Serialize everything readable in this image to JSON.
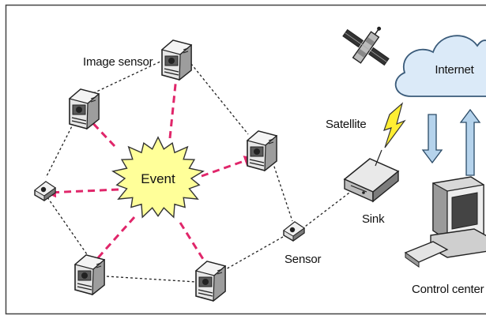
{
  "labels": {
    "image_sensor": "Image sensor",
    "event": "Event",
    "sensor": "Sensor",
    "sink": "Sink",
    "satellite": "Satellite",
    "internet": "Internet",
    "control_center": "Control center"
  },
  "colors": {
    "event_fill": "#ffff99",
    "event_stroke": "#333333",
    "arrow_pink": "#e0266a",
    "cloud_fill": "#dbeaf8",
    "cloud_stroke": "#3a5b7a",
    "blue_arrow": "#b5d3ec",
    "lightning": "#ffee33",
    "device_gray": "#aaaaaa",
    "frame": "#444444"
  },
  "icons": [
    "camera-icon",
    "sensor-node-icon",
    "sink-box-icon",
    "satellite-icon",
    "cloud-icon",
    "computer-icon",
    "lightning-icon",
    "starburst-icon"
  ]
}
